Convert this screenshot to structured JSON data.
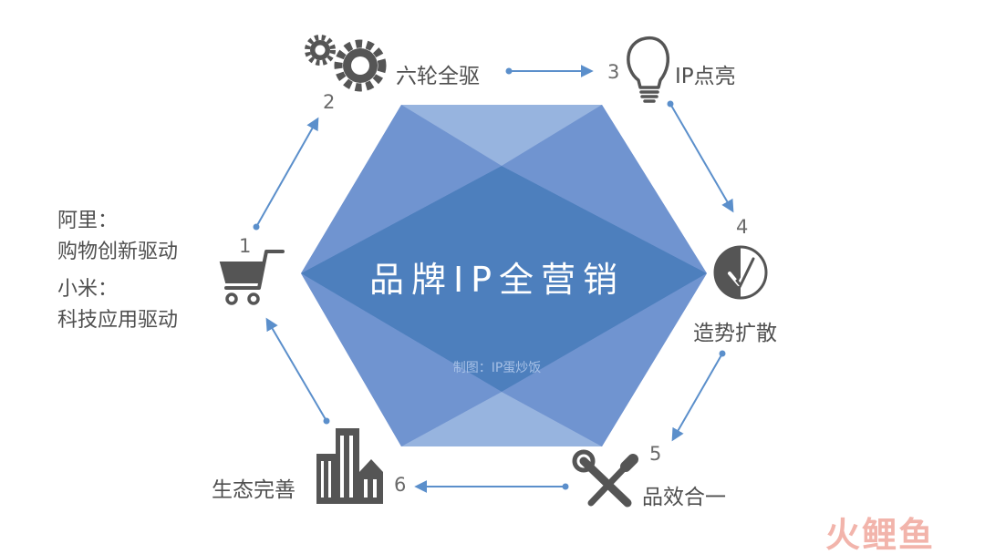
{
  "colors": {
    "hexagon_base": "#7f9ed6",
    "hexagon_dark": "#4d7fbd",
    "hexagon_light": "#93b2df",
    "arrow": "#5b8fcb",
    "icon": "#555555",
    "watermark": "#f0a79d"
  },
  "center": {
    "title": "品牌IP全营销",
    "credit": "制图：IP蛋炒饭"
  },
  "steps": [
    {
      "number": "1",
      "icon": "shopping-cart-icon"
    },
    {
      "number": "2",
      "label": "六轮全驱",
      "icon": "gears-icon"
    },
    {
      "number": "3",
      "label": "IP点亮",
      "icon": "light-bulb-icon"
    },
    {
      "number": "4",
      "label": "造势扩散",
      "icon": "check-clock-icon"
    },
    {
      "number": "5",
      "label": "品效合一",
      "icon": "tools-icon"
    },
    {
      "number": "6",
      "label": "生态完善",
      "icon": "buildings-icon"
    }
  ],
  "side_notes": {
    "alibaba_line1": "阿里：",
    "alibaba_line2": "购物创新驱动",
    "xiaomi_line1": "小米：",
    "xiaomi_line2": "科技应用驱动"
  },
  "watermark": "火鲤鱼"
}
